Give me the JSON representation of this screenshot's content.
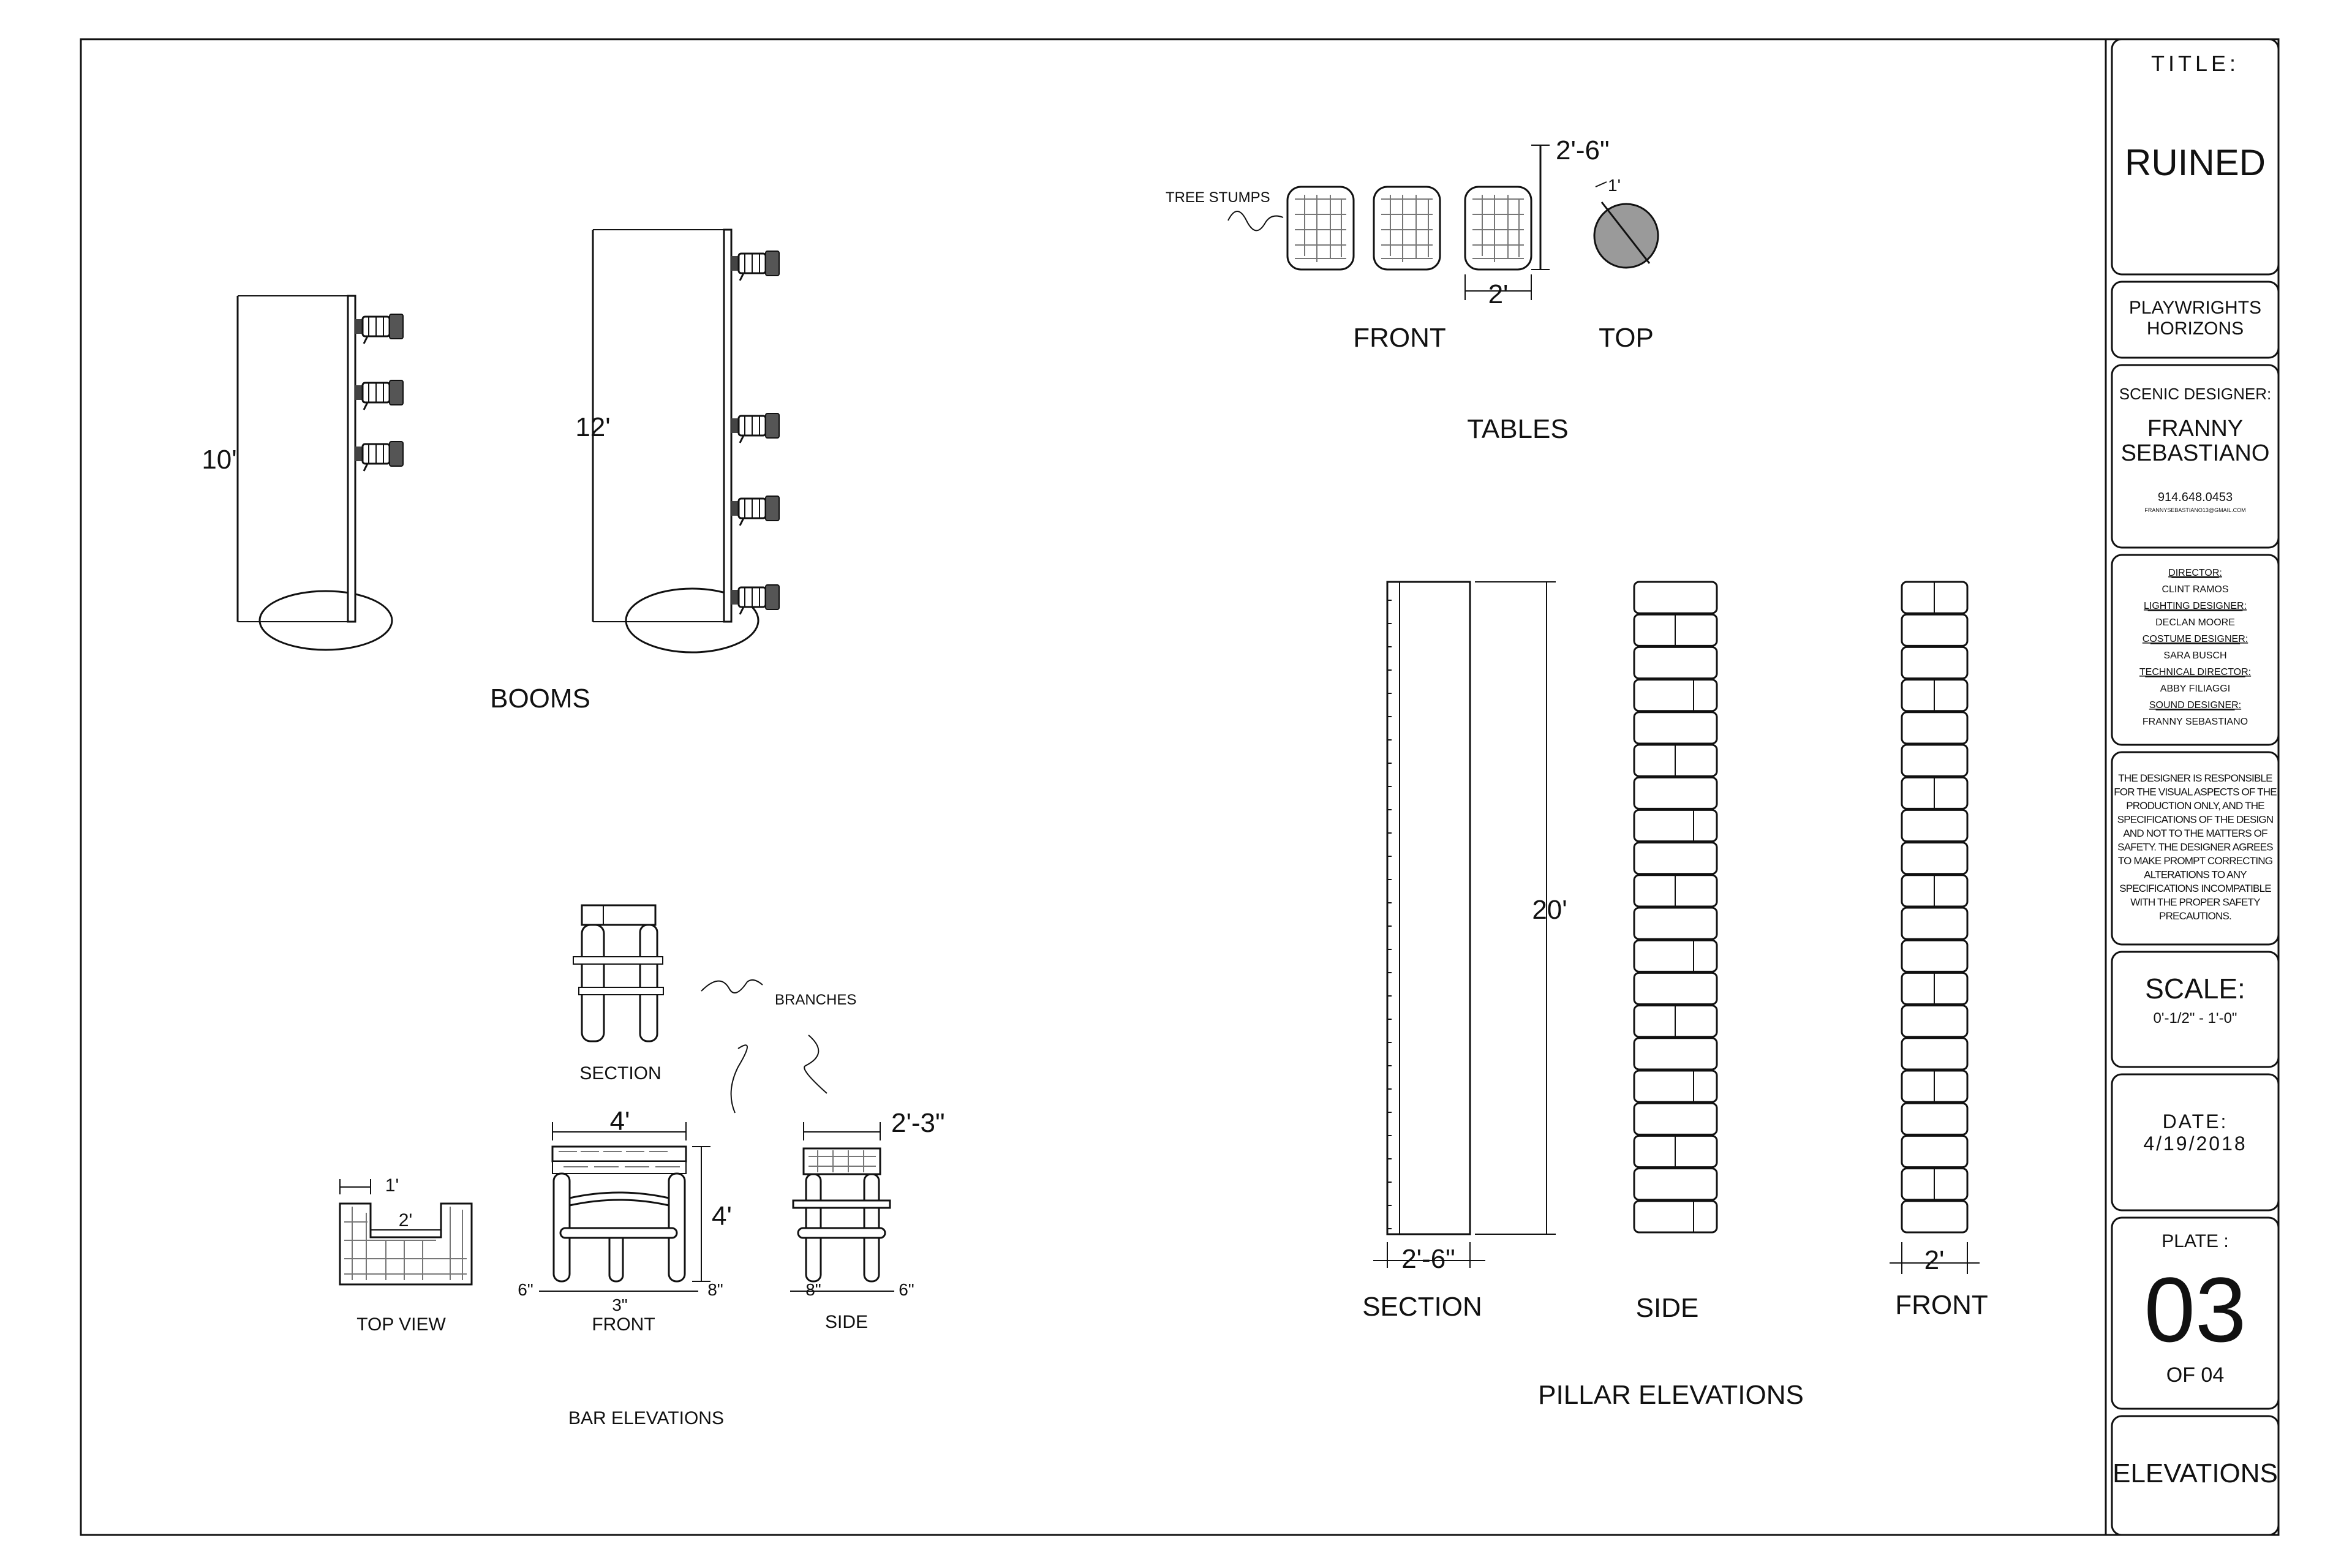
{
  "booms": {
    "dim_10": "10'",
    "dim_12": "12'",
    "caption": "BOOMS"
  },
  "tables": {
    "tree_stumps": "TREE STUMPS",
    "dim_height": "2'-6\"",
    "dim_width": "2'",
    "dim_radius": "1'",
    "front": "FRONT",
    "top": "TOP",
    "caption": "TABLES"
  },
  "bar": {
    "section": "SECTION",
    "branches": "BRANCHES",
    "dim_1": "1'",
    "dim_2": "2'",
    "top_view": "TOP VIEW",
    "front_w": "4'",
    "front_h": "4'",
    "dim_6_left": "6\"",
    "dim_3": "3\"",
    "dim_8_right": "8\"",
    "front": "FRONT",
    "side_w": "2'-3\"",
    "side_8": "8\"",
    "side_6": "6\"",
    "side": "SIDE",
    "caption": "BAR ELEVATIONS"
  },
  "pillar": {
    "dim_20": "20'",
    "section_w": "2'-6\"",
    "front_w": "2'",
    "section": "SECTION",
    "side": "SIDE",
    "front": "FRONT",
    "caption": "PILLAR ELEVATIONS"
  },
  "titleblock": {
    "title_label": "TITLE:",
    "title": "RUINED",
    "theatre_l1": "PLAYWRIGHTS",
    "theatre_l2": "HORIZONS",
    "designer_label": "SCENIC DESIGNER:",
    "designer_l1": "FRANNY",
    "designer_l2": "SEBASTIANO",
    "phone": "914.648.0453",
    "email": "FRANNYSEBASTIANO13@GMAIL.COM",
    "credits": [
      {
        "role": "DIRECTOR:",
        "name": "CLINT RAMOS"
      },
      {
        "role": "LIGHTING DESIGNER:",
        "name": "DECLAN MOORE"
      },
      {
        "role": "COSTUME DESIGNER:",
        "name": "SARA BUSCH"
      },
      {
        "role": "TECHNICAL DIRECTOR:",
        "name": "ABBY FILIAGGI"
      },
      {
        "role": "SOUND DESIGNER:",
        "name": "FRANNY SEBASTIANO"
      }
    ],
    "disclaimer": [
      "THE DESIGNER IS RESPONSIBLE",
      "FOR THE VISUAL ASPECTS OF THE",
      "PRODUCTION ONLY, AND THE",
      "SPECIFICATIONS OF THE DESIGN",
      "AND NOT TO THE MATTERS OF",
      "SAFETY. THE DESIGNER AGREES",
      "TO MAKE PROMPT CORRECTING",
      "ALTERATIONS TO ANY",
      "SPECIFICATIONS INCOMPATIBLE",
      "WITH THE PROPER SAFETY",
      "PRECAUTIONS."
    ],
    "scale_label": "SCALE:",
    "scale": "0'-1/2\" - 1'-0\"",
    "date_label": "DATE:",
    "date": "4/19/2018",
    "plate_label": "PLATE :",
    "plate": "03",
    "plate_of": "OF 04",
    "sheet": "ELEVATIONS"
  }
}
